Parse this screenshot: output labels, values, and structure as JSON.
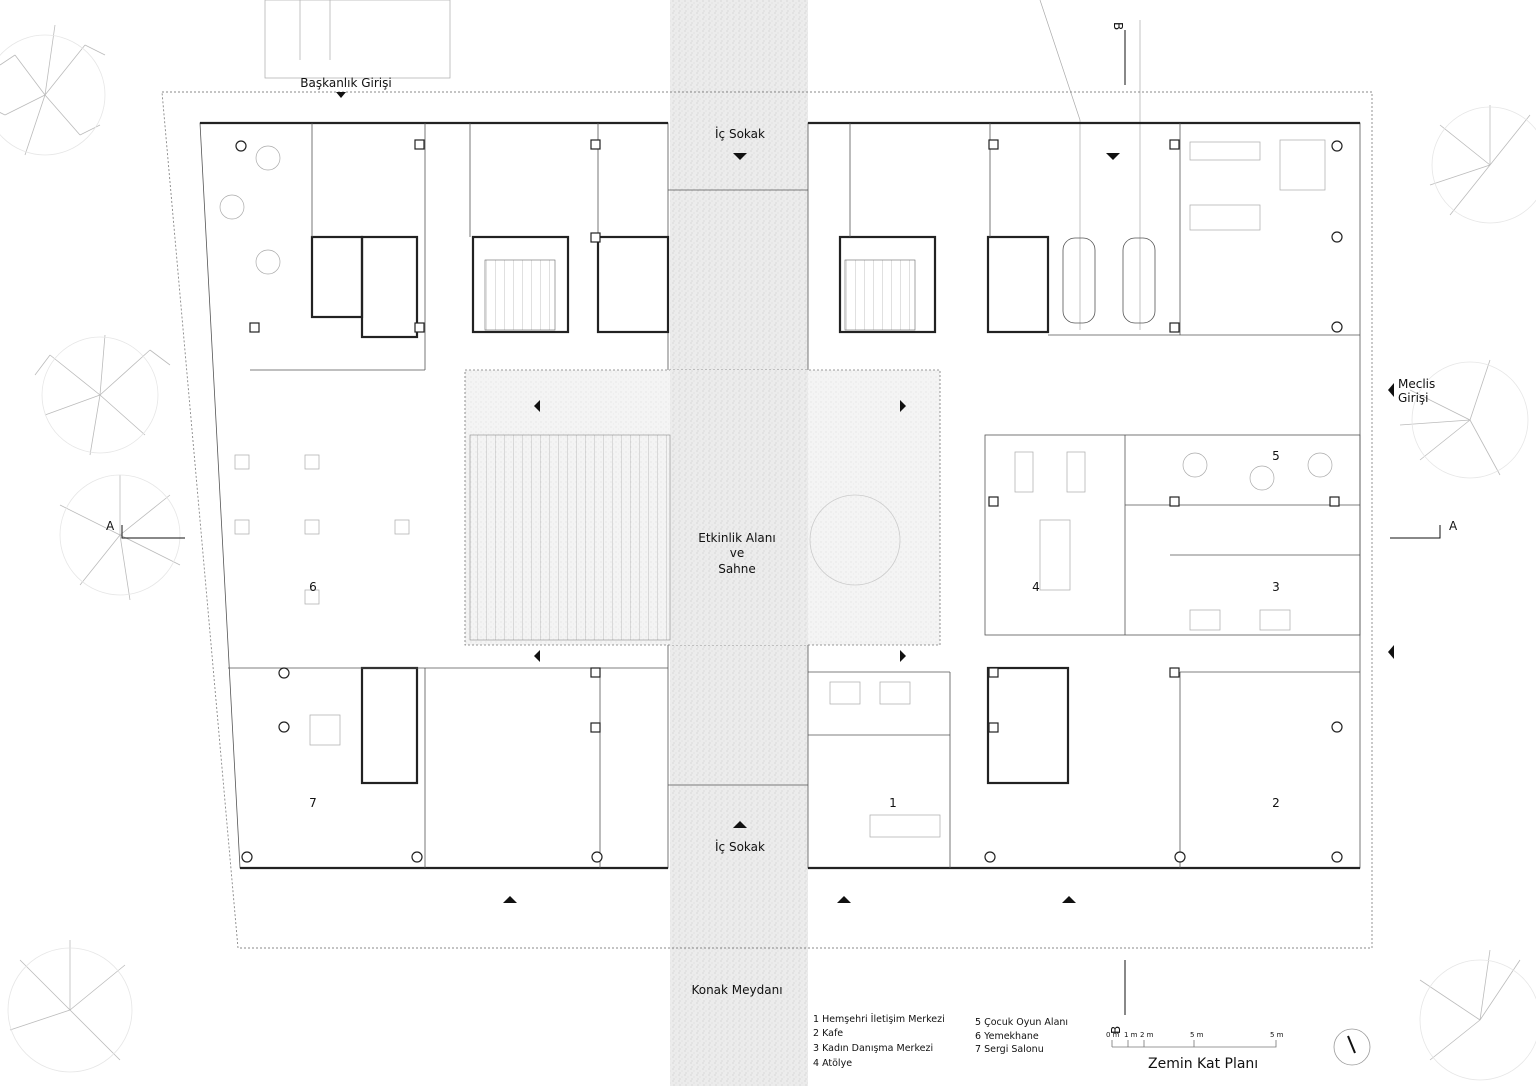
{
  "plan": {
    "title": "Zemin Kat Planı",
    "entrances": {
      "baskanlik": "Başkanlık Girişi",
      "meclis_line1": "Meclis",
      "meclis_line2": "Girişi"
    },
    "streets": {
      "ic_sokak_top": "İç Sokak",
      "ic_sokak_bottom": "İç Sokak",
      "square": "Konak Meydanı"
    },
    "event_area": {
      "line1": "Etkinlik Alanı",
      "line2": "ve",
      "line3": "Sahne"
    },
    "room_numbers": [
      "1",
      "2",
      "3",
      "4",
      "5",
      "6",
      "7"
    ],
    "sections": {
      "a_left": "A",
      "a_right": "A",
      "b_top": "B",
      "b_bottom": "B"
    }
  },
  "legend": {
    "items": [
      "1 Hemşehri İletişim Merkezi",
      "2 Kafe",
      "3 Kadın Danışma Merkezi",
      "4 Atölye",
      "5 Çocuk Oyun Alanı",
      "6 Yemekhane",
      "7 Sergi Salonu"
    ]
  },
  "scale_bar": {
    "ticks": [
      "0 m",
      "1 m",
      "2 m",
      "5 m",
      "5 m"
    ]
  },
  "icons": {
    "north": "north-arrow-icon",
    "entry": "triangle-marker-icon"
  }
}
